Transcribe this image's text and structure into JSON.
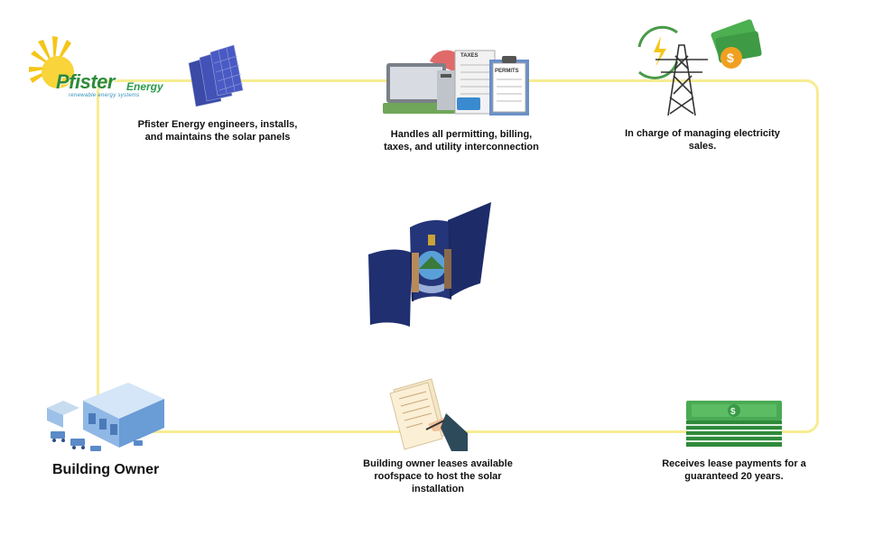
{
  "logo": {
    "brand": "Pfister",
    "brand_suffix": "Energy",
    "tagline": "renewable energy systems"
  },
  "steps": [
    {
      "id": "engineering",
      "caption": "Pfister Energy engineers, installs,\nand maintains the solar panels",
      "icon": "solar-panels-icon"
    },
    {
      "id": "permitting",
      "caption": "Handles all permitting, billing,\ntaxes, and utility interconnection",
      "icon": "paperwork-icon",
      "doc_labels": [
        "TAXES",
        "PERMITS"
      ]
    },
    {
      "id": "sales",
      "caption": "In charge of managing electricity\nsales.",
      "icon": "power-tower-icon"
    },
    {
      "id": "payments",
      "caption": "Receives lease payments for a\nguaranteed 20 years.",
      "icon": "cash-stack-icon"
    },
    {
      "id": "lease",
      "caption": "Building owner leases available\nroofspace to host the solar\ninstallation",
      "icon": "lease-contract-icon"
    },
    {
      "id": "owner",
      "caption": "Building Owner",
      "icon": "warehouse-icon"
    }
  ],
  "center": {
    "icon": "maine-flag-icon"
  },
  "colors": {
    "loop": "#f7ec92",
    "flag": "#1e2e6e",
    "panel": "#3848a8",
    "cash": "#3a9a48"
  }
}
